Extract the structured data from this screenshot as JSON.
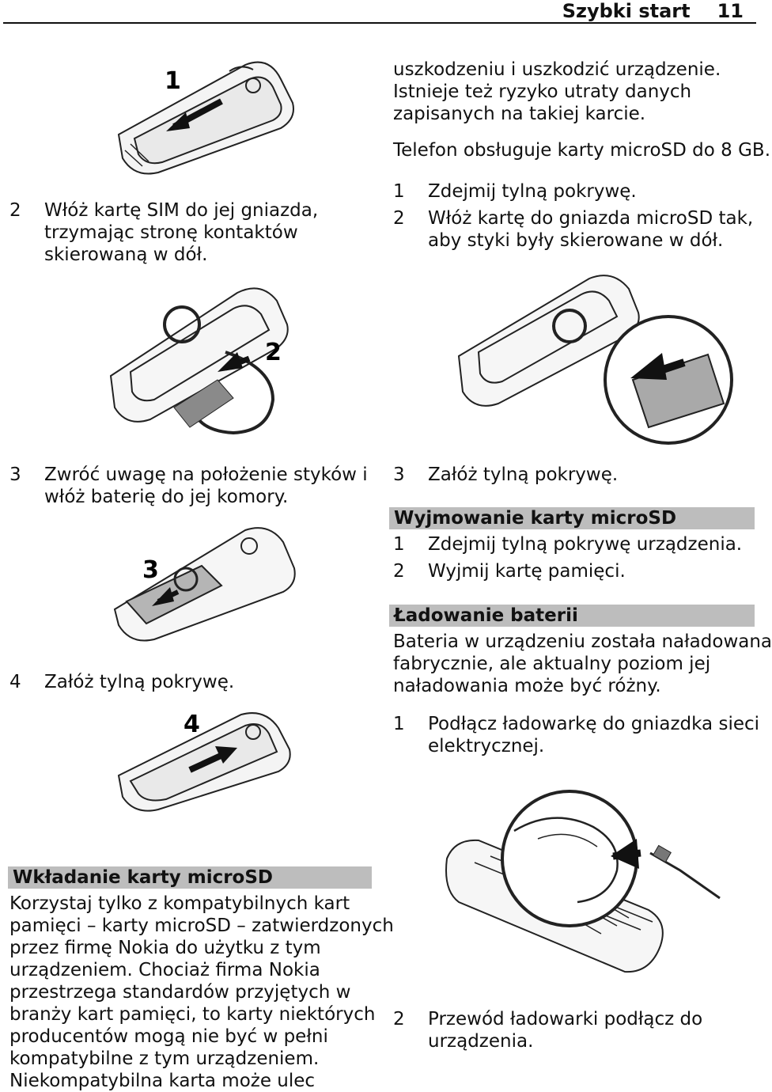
{
  "header": {
    "title": "Szybki start",
    "page": "11"
  },
  "left": {
    "sim_step2": {
      "num": "2",
      "lines": [
        "Włóż kartę SIM do jej gniazda,",
        "trzymając stronę kontaktów",
        "skierowaną w dół."
      ]
    },
    "step3": {
      "num": "3",
      "lines": [
        "Zwróć uwagę na położenie styków i",
        "włóż baterię do jej komory."
      ]
    },
    "step4": {
      "num": "4",
      "text": "Załóż tylną pokrywę."
    },
    "insert_heading": "Wkładanie karty microSD",
    "insert_para": [
      "Korzystaj tylko z kompatybilnych kart",
      "pamięci – karty microSD – zatwierdzonych",
      "przez firmę Nokia do użytku z tym",
      "urządzeniem. Chociaż firma Nokia",
      "przestrzega standardów przyjętych w",
      "branży kart pamięci, to karty niektórych",
      "producentów mogą nie być w pełni",
      "kompatybilne z tym urządzeniem.",
      "Niekompatybilna karta może ulec"
    ]
  },
  "right": {
    "continued": [
      "uszkodzeniu i uszkodzić urządzenie.",
      "Istnieje też ryzyko utraty danych",
      "zapisanych na takiej karcie."
    ],
    "support": "Telefon obsługuje karty microSD do 8 GB.",
    "sd_steps": [
      {
        "num": "1",
        "lines": [
          "Zdejmij tylną pokrywę."
        ]
      },
      {
        "num": "2",
        "lines": [
          "Włóż kartę do gniazda microSD tak,",
          "aby styki były skierowane w dół."
        ]
      }
    ],
    "sd_step3": {
      "num": "3",
      "text": "Załóż tylną pokrywę."
    },
    "remove_heading": "Wyjmowanie karty microSD",
    "remove_steps": [
      {
        "num": "1",
        "text": "Zdejmij tylną pokrywę urządzenia."
      },
      {
        "num": "2",
        "text": "Wyjmij kartę pamięci."
      }
    ],
    "charge_heading": "Ładowanie baterii",
    "charge_para": [
      "Bateria w urządzeniu została naładowana",
      "fabrycznie, ale aktualny poziom jej",
      "naładowania może być różny."
    ],
    "charge_step1": {
      "num": "1",
      "lines": [
        "Podłącz ładowarkę do gniazdka sieci",
        "elektrycznej."
      ]
    },
    "charge_step2": {
      "num": "2",
      "lines": [
        "Przewód ładowarki podłącz do",
        "urządzenia."
      ]
    }
  },
  "figures": {
    "fig1_label": "1",
    "fig2_label": "2",
    "fig3_label": "3",
    "fig4_label": "4"
  }
}
